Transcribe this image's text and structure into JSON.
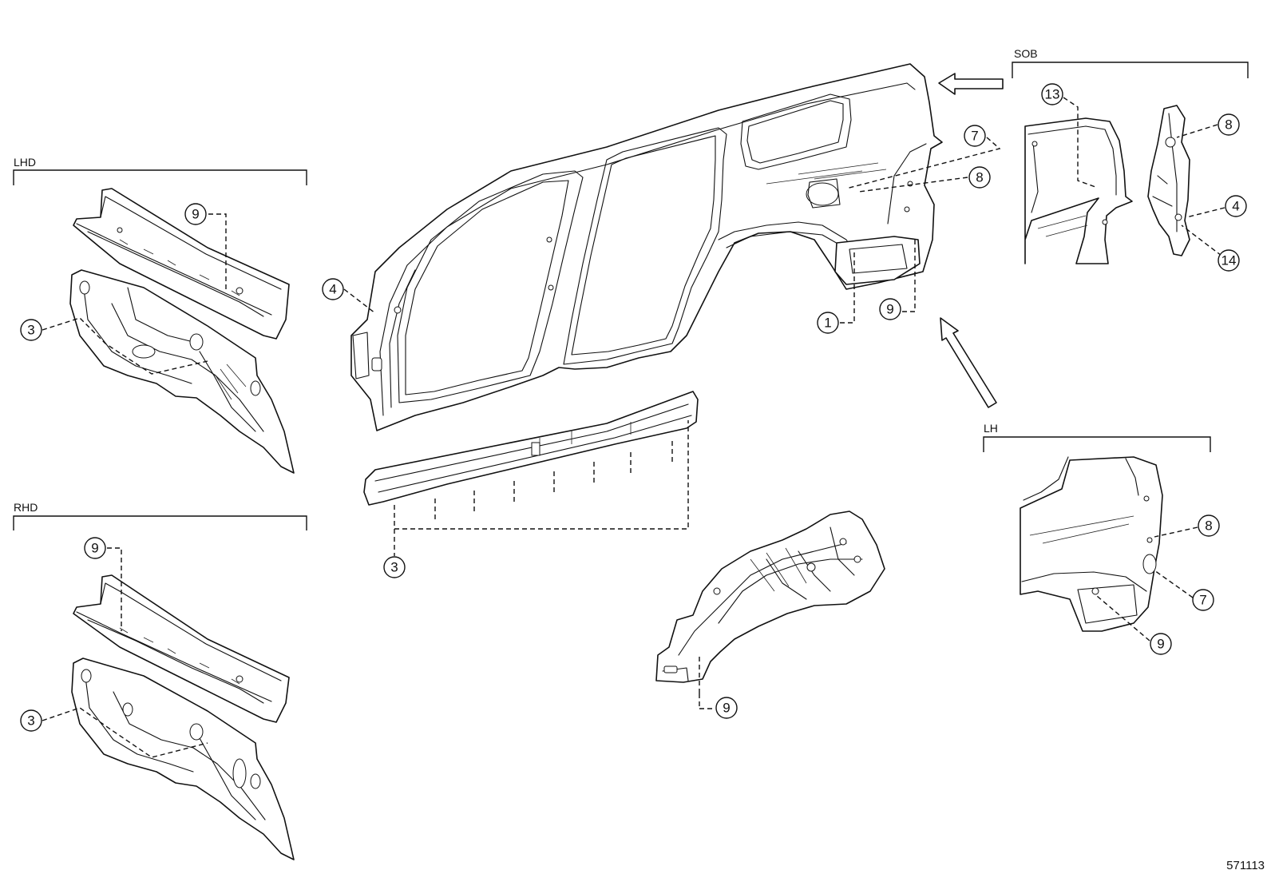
{
  "groups": {
    "lhd": "LHD",
    "rhd": "RHD",
    "sob": "SOB",
    "lh": "LH"
  },
  "callouts": {
    "c1": "1",
    "c3_sill": "3",
    "c3_lhd": "3",
    "c3_rhd": "3",
    "c4_side": "4",
    "c4_sob": "4",
    "c7_top": "7",
    "c7_lh": "7",
    "c8_top": "8",
    "c8_sob": "8",
    "c8_lh": "8",
    "c9_lhd": "9",
    "c9_rhd": "9",
    "c9_side": "9",
    "c9_inner": "9",
    "c9_lh": "9",
    "c13": "13",
    "c14": "14"
  },
  "diagram_id": "571113"
}
